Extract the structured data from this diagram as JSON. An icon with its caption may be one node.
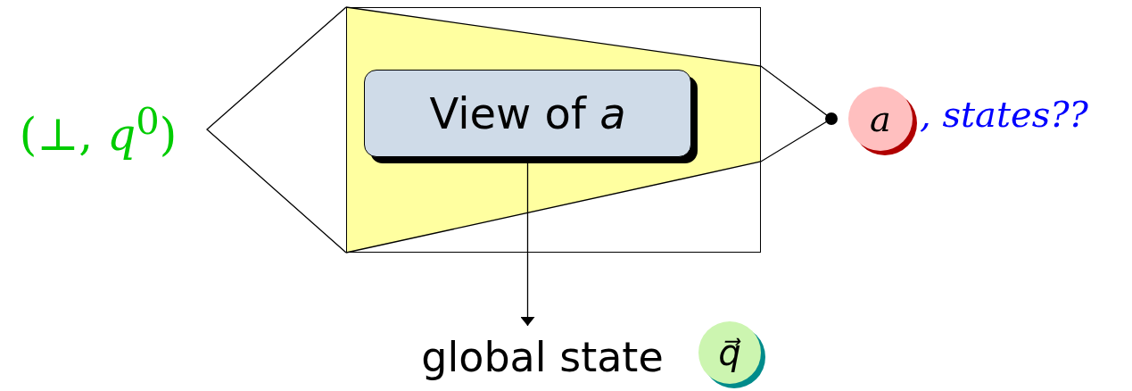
{
  "diagram": {
    "nodes": [
      {
        "text": [
          "(⊥, *q*$^{0}$)"
        ]
      },
      {
        "text": [],
        "shape": "box"
      },
      {
        "text": [
          "View of *a*"
        ],
        "in": 1
      },
      {
        "text": [
          "a"
        ],
        "beside": [
          ", states??"
        ]
      },
      {
        "text": [
          "global state"
        ]
      },
      {
        "text": [
          "q⃗"
        ]
      }
    ],
    "edges": [
      {
        "from": 2,
        "to": 4,
        "arrow": "to"
      }
    ]
  }
}
